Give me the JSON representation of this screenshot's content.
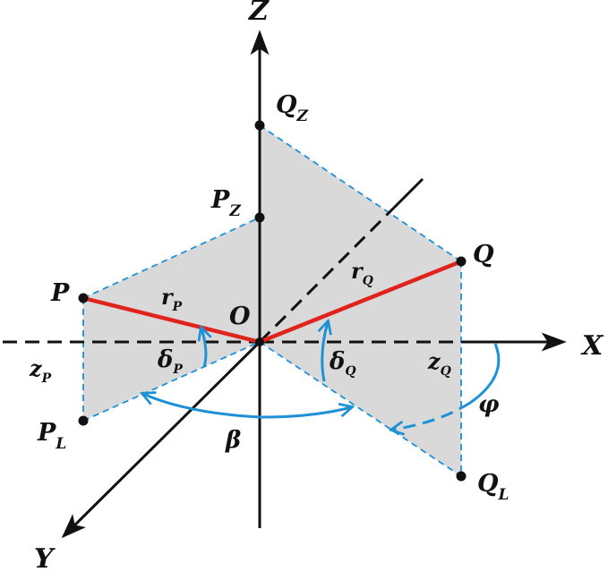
{
  "axes": {
    "x": "X",
    "y": "Y",
    "z": "Z",
    "origin": "O"
  },
  "points": {
    "P": "P",
    "Q": "Q",
    "PZ": {
      "base": "P",
      "sub": "Z"
    },
    "QZ": {
      "base": "Q",
      "sub": "Z"
    },
    "PL": {
      "base": "P",
      "sub": "L"
    },
    "QL": {
      "base": "Q",
      "sub": "L"
    }
  },
  "quantities": {
    "rP": {
      "base": "r",
      "sub": "P"
    },
    "rQ": {
      "base": "r",
      "sub": "Q"
    },
    "zP": {
      "base": "z",
      "sub": "P"
    },
    "zQ": {
      "base": "z",
      "sub": "Q"
    },
    "deltaP": {
      "base": "δ",
      "sub": "P"
    },
    "deltaQ": {
      "base": "δ",
      "sub": "Q"
    },
    "beta": "β",
    "phi": "φ"
  },
  "colors": {
    "plane_fill": "#d9d9d9",
    "plane_edge": "#1e90d6",
    "radius": "#e0231c",
    "arc": "#1e90d6",
    "axis": "#111111"
  }
}
